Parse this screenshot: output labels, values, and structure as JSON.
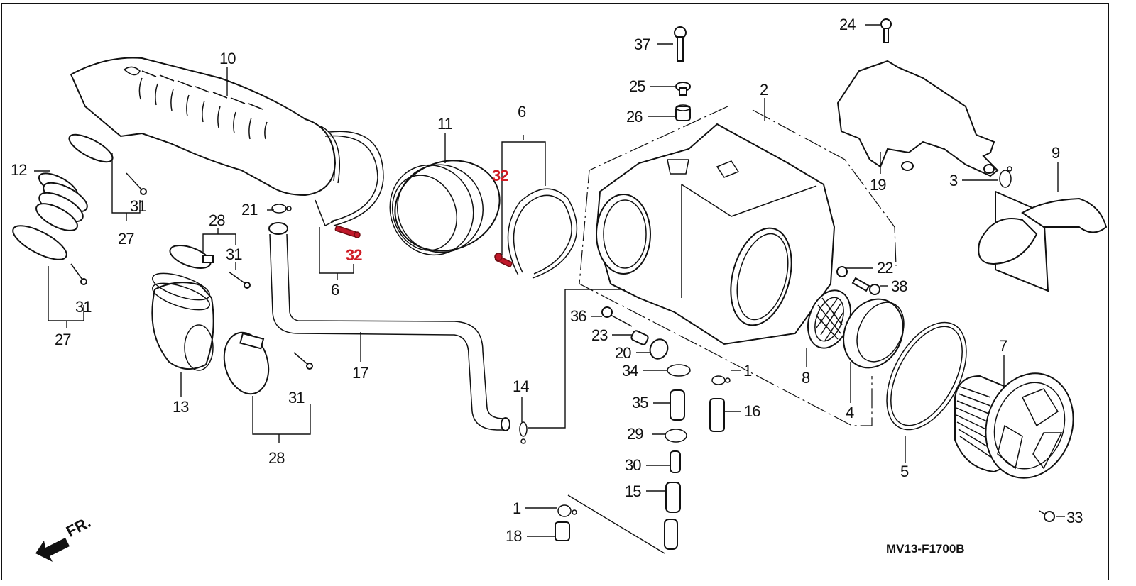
{
  "diagram": {
    "title_code": "MV13-F1700B",
    "front_indicator": "FR.",
    "accent_color": "#d01c24",
    "callouts": [
      {
        "id": "c10",
        "text": "10"
      },
      {
        "id": "c12",
        "text": "12"
      },
      {
        "id": "c31a",
        "text": "31"
      },
      {
        "id": "c27a",
        "text": "27"
      },
      {
        "id": "c31b",
        "text": "31"
      },
      {
        "id": "c27b",
        "text": "27"
      },
      {
        "id": "c21",
        "text": "21"
      },
      {
        "id": "c28a",
        "text": "28"
      },
      {
        "id": "c31c",
        "text": "31"
      },
      {
        "id": "c13",
        "text": "13"
      },
      {
        "id": "c31d",
        "text": "31"
      },
      {
        "id": "c28b",
        "text": "28"
      },
      {
        "id": "c6a",
        "text": "6"
      },
      {
        "id": "c32a",
        "text": "32",
        "highlight": true
      },
      {
        "id": "c17",
        "text": "17"
      },
      {
        "id": "c11",
        "text": "11"
      },
      {
        "id": "c6b",
        "text": "6"
      },
      {
        "id": "c32b",
        "text": "32",
        "highlight": true
      },
      {
        "id": "c14",
        "text": "14"
      },
      {
        "id": "c37",
        "text": "37"
      },
      {
        "id": "c25",
        "text": "25"
      },
      {
        "id": "c26",
        "text": "26"
      },
      {
        "id": "c2",
        "text": "2"
      },
      {
        "id": "c36",
        "text": "36"
      },
      {
        "id": "c23",
        "text": "23"
      },
      {
        "id": "c20",
        "text": "20"
      },
      {
        "id": "c34",
        "text": "34"
      },
      {
        "id": "c1a",
        "text": "1"
      },
      {
        "id": "c35",
        "text": "35"
      },
      {
        "id": "c16",
        "text": "16"
      },
      {
        "id": "c29",
        "text": "29"
      },
      {
        "id": "c30",
        "text": "30"
      },
      {
        "id": "c15",
        "text": "15"
      },
      {
        "id": "c1b",
        "text": "1"
      },
      {
        "id": "c18",
        "text": "18"
      },
      {
        "id": "c24",
        "text": "24"
      },
      {
        "id": "c19",
        "text": "19"
      },
      {
        "id": "c3",
        "text": "3"
      },
      {
        "id": "c9",
        "text": "9"
      },
      {
        "id": "c22",
        "text": "22"
      },
      {
        "id": "c38",
        "text": "38"
      },
      {
        "id": "c8",
        "text": "8"
      },
      {
        "id": "c4",
        "text": "4"
      },
      {
        "id": "c5",
        "text": "5"
      },
      {
        "id": "c7",
        "text": "7"
      },
      {
        "id": "c33",
        "text": "33"
      }
    ]
  }
}
